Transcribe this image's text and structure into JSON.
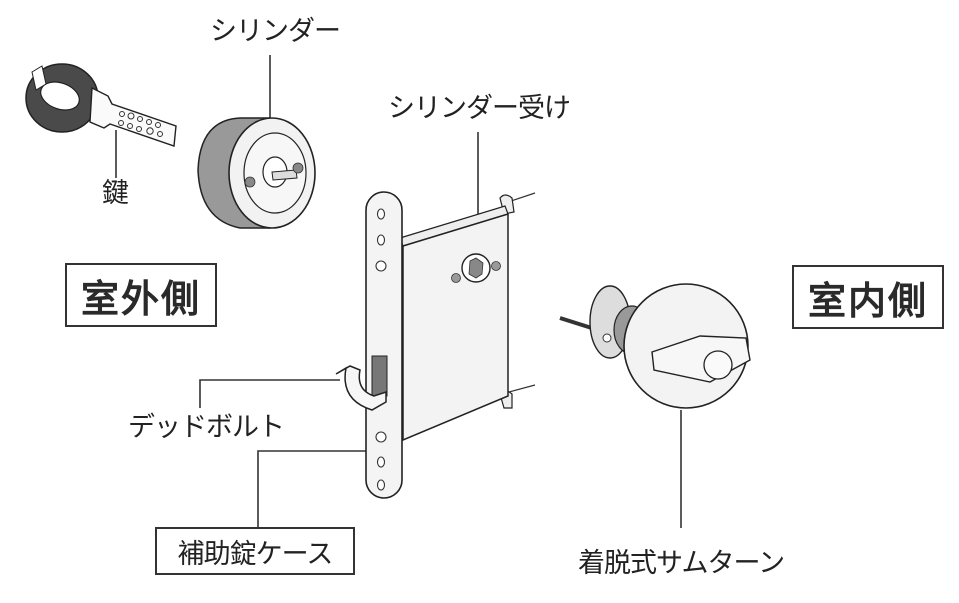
{
  "labels": {
    "key": "鍵",
    "cylinder": "シリンダー",
    "cylinder_receiver": "シリンダー受け",
    "outdoor_side": "室外側",
    "indoor_side": "室内側",
    "deadbolt": "デッドボルト",
    "auxiliary_lock_case": "補助錠ケース",
    "removable_thumbturn": "着脱式サムターン"
  },
  "colors": {
    "line": "#333333",
    "shade_dark": "#555555",
    "shade_mid": "#9a9a9a",
    "shade_light": "#e6e6e6",
    "fill": "#f4f4f4"
  }
}
